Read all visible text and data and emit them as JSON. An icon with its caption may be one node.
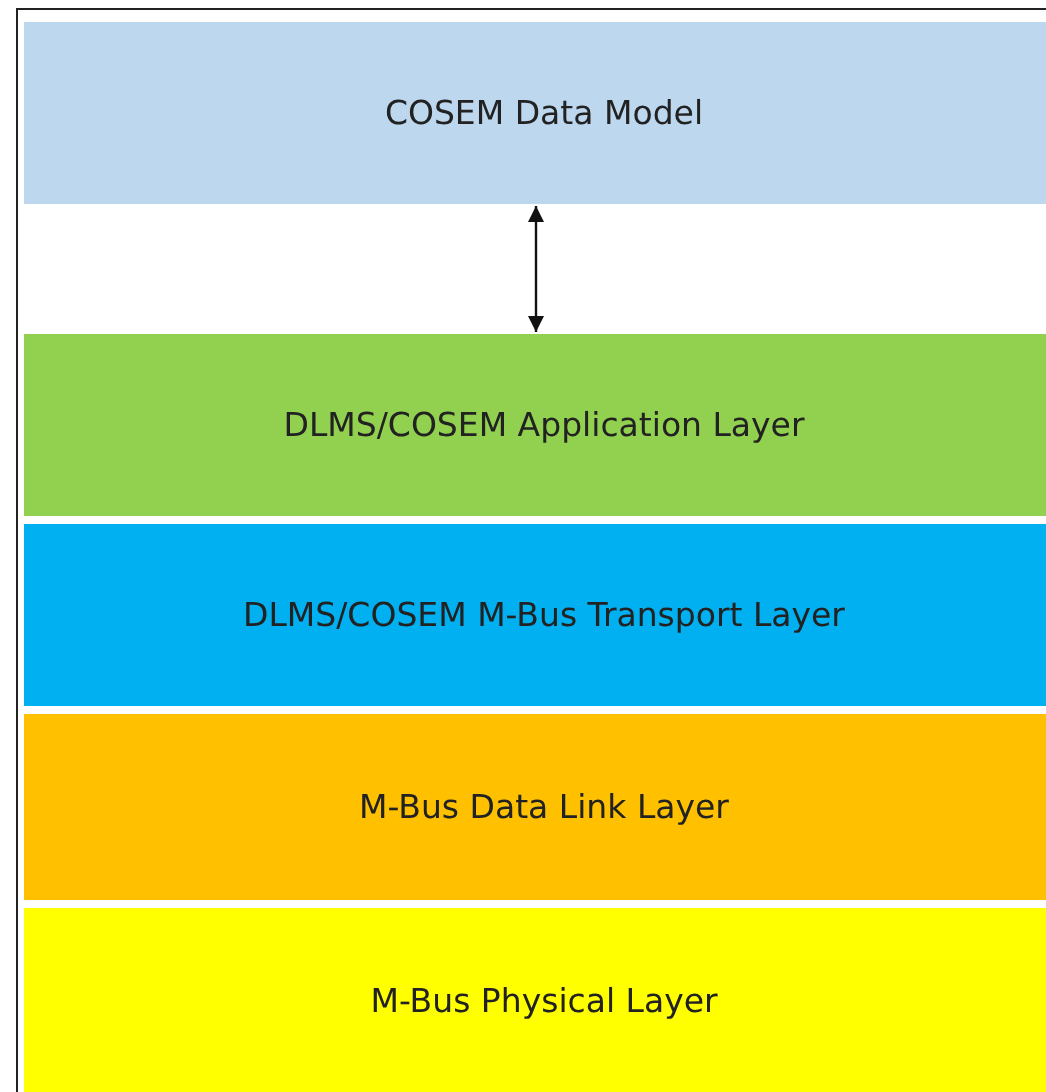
{
  "diagram": {
    "nodes": [
      {
        "text": [
          "COSEM Data Model"
        ]
      },
      {
        "text": [
          "DLMS/COSEM Application Layer"
        ]
      },
      {
        "text": [
          "DLMS/COSEM M-Bus Transport Layer"
        ]
      },
      {
        "text": [
          "M-Bus Data Link Layer"
        ]
      },
      {
        "text": [
          "M-Bus Physical Layer"
        ]
      }
    ],
    "edges": [
      {
        "from": 0,
        "to": 1,
        "arrow": "both"
      }
    ]
  }
}
